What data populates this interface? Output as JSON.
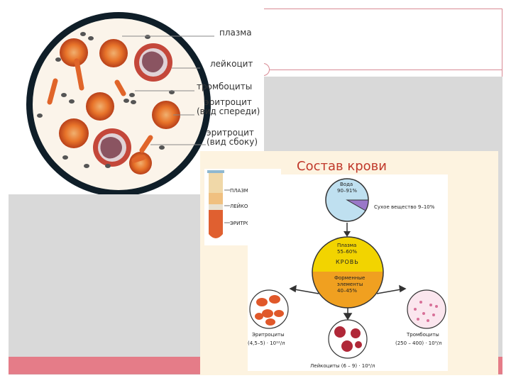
{
  "slide": {
    "title": "Состав крови"
  },
  "smear_labels": {
    "plasma": "плазма",
    "leukocyte": "лейкоцит",
    "platelets": "тромбоциты",
    "ery_front_1": "эритроцит",
    "ery_front_2": "(вид спереди)",
    "ery_side_1": "эритроцит",
    "ery_side_2": "(вид сбоку)"
  },
  "tube_labels": {
    "plasma": "ПЛАЗМА",
    "leukocytes": "ЛЕЙКОЦИТЫ",
    "erythrocytes": "ЭРИТРОЦИТЫ"
  },
  "scheme": {
    "water_1": "Вода",
    "water_2": "90–91%",
    "dry_matter": "Сухое вещество 9–10%",
    "plasma_1": "Плазма",
    "plasma_2": "55–60%",
    "blood": "КРОВЬ",
    "formed_1": "Форменные",
    "formed_2": "элементы",
    "formed_3": "40–45%",
    "ery_1": "Эритроциты",
    "ery_2": "(4,5–5) · 10¹²/л",
    "leuko": "Лейкоциты (6 – 9) · 10⁹/л",
    "thromb_1": "Тромбоциты",
    "thromb_2": "(250 – 400) · 10⁹/л"
  },
  "colors": {
    "accent_line": "#d88a94",
    "grey_panel": "#d9d9d9",
    "pink_band": "#e57c88",
    "title": "#c0392b",
    "plasma_yellow": "#f2d400",
    "formed_orange": "#f0a020"
  }
}
